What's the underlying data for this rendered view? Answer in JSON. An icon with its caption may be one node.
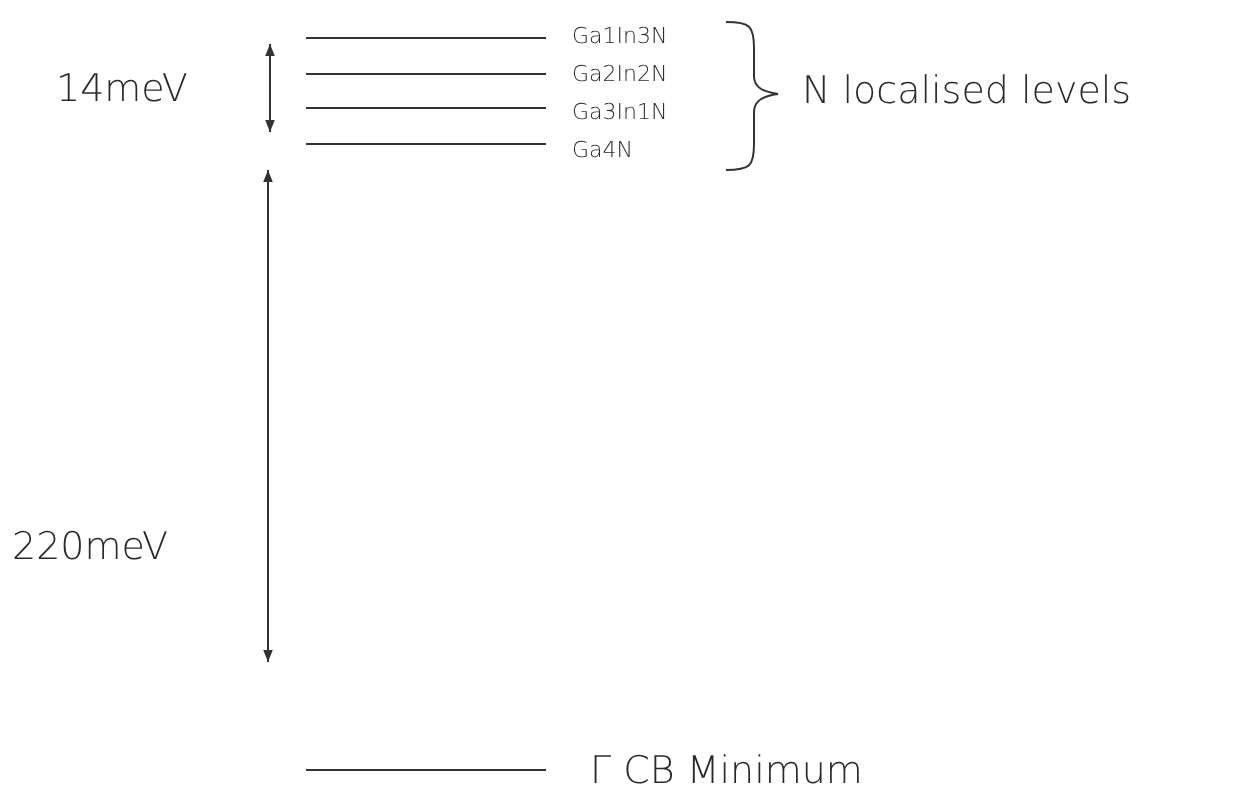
{
  "diagram": {
    "labels": [
      "14meV",
      "Ga1In3N",
      "Ga2In2N",
      "Ga3In1N",
      "Ga4N",
      "N localised levels",
      "220meV",
      "Γ CB Minimum"
    ]
  }
}
